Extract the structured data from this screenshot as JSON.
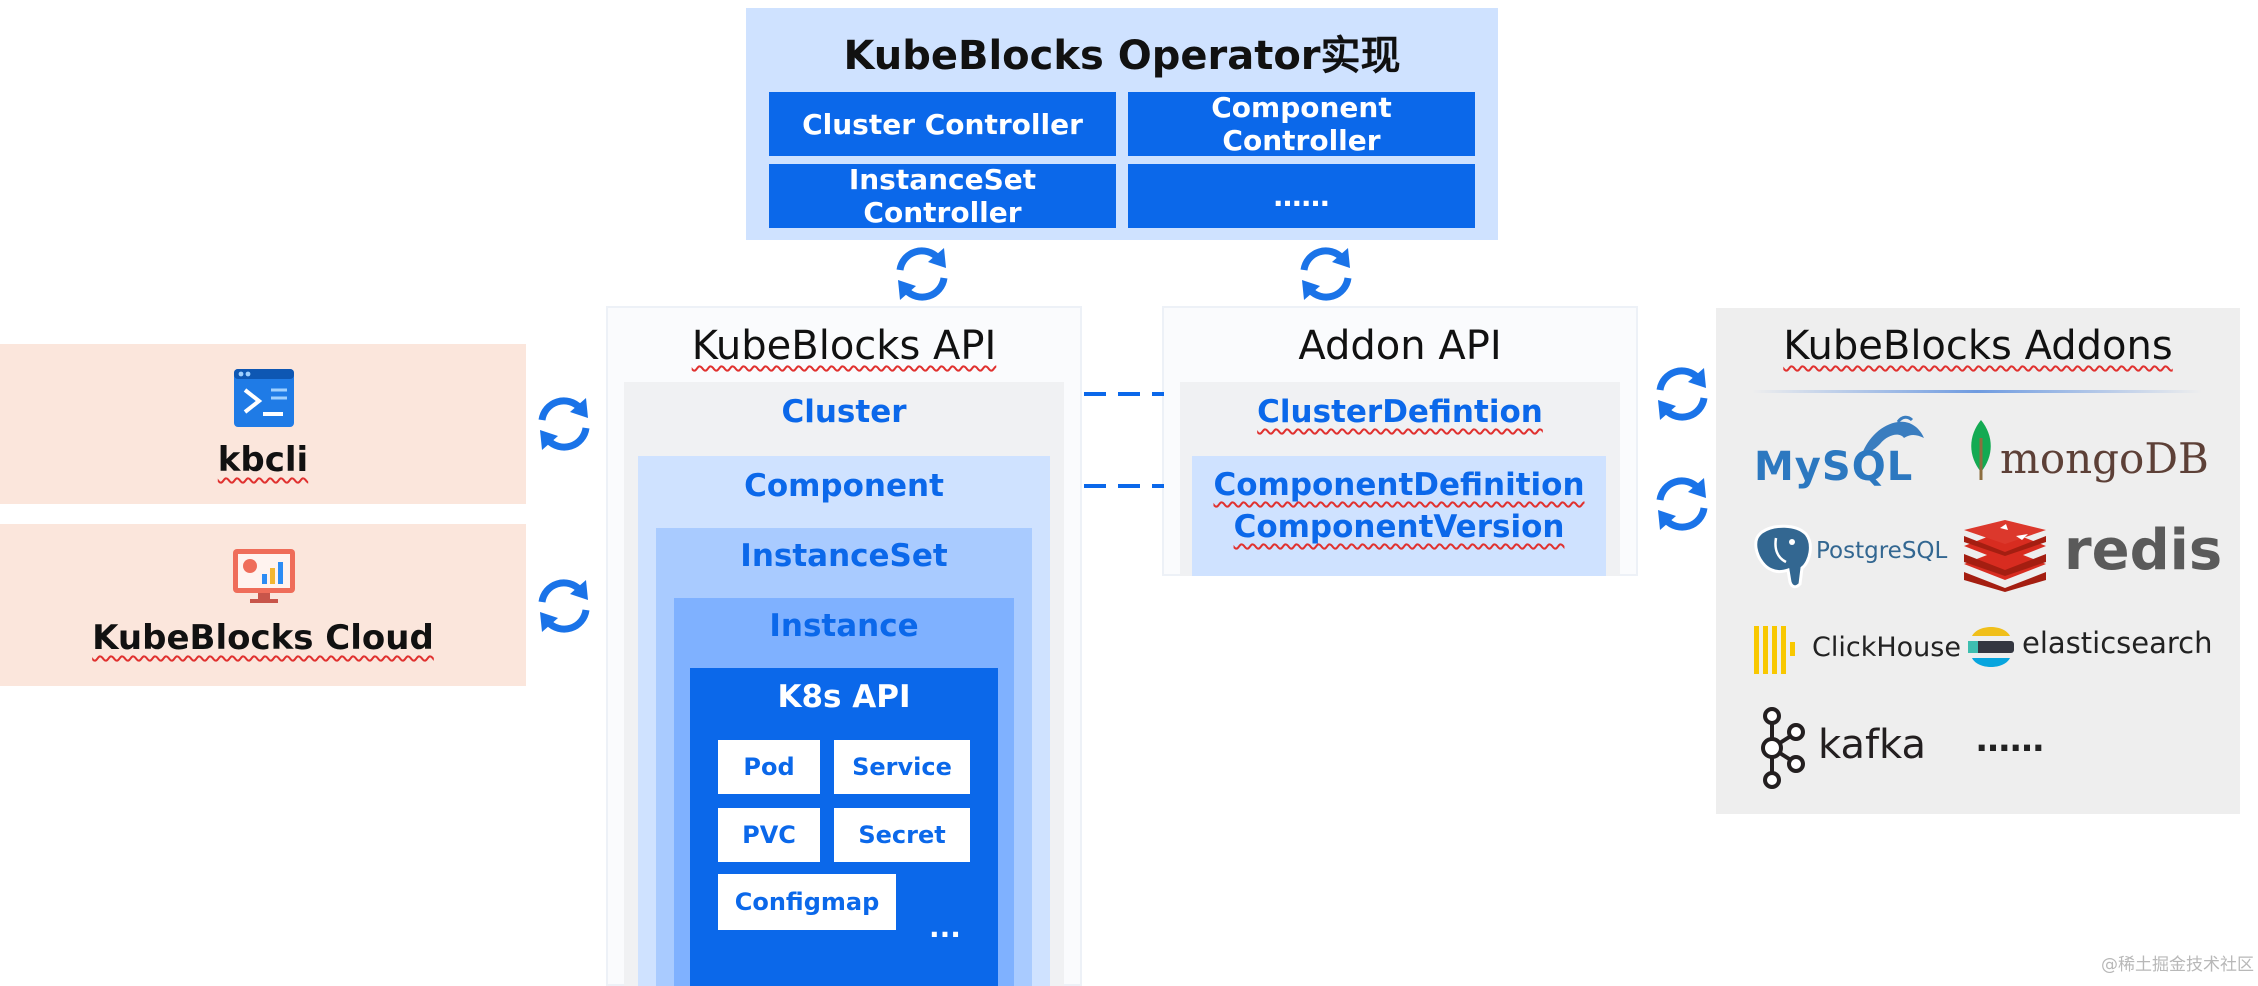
{
  "operator": {
    "title": "KubeBlocks Operator实现",
    "controllers": [
      "Cluster Controller",
      "Component Controller",
      "InstanceSet Controller",
      "……"
    ]
  },
  "clients": [
    {
      "label": "kbcli",
      "icon": "terminal-window-icon"
    },
    {
      "label": "KubeBlocks Cloud",
      "icon": "dashboard-monitor-icon"
    }
  ],
  "kb_api": {
    "title": "KubeBlocks API",
    "layers": [
      "Cluster",
      "Component",
      "InstanceSet",
      "Instance"
    ],
    "k8s": {
      "title": "K8s API",
      "resources": [
        "Pod",
        "Service",
        "PVC",
        "Secret",
        "Configmap"
      ],
      "more": "..."
    }
  },
  "addon_api": {
    "title": "Addon API",
    "cluster_definition": "ClusterDefintion",
    "component_definition": "ComponentDefinition",
    "component_version": "ComponentVersion"
  },
  "addons": {
    "title": "KubeBlocks Addons",
    "logos": [
      {
        "name": "MySQL",
        "icon": "dolphin-icon"
      },
      {
        "name": "mongoDB",
        "icon": "leaf-icon"
      },
      {
        "name": "PostgreSQL",
        "icon": "elephant-icon"
      },
      {
        "name": "redis",
        "icon": "stacked-cubes-icon"
      },
      {
        "name": "ClickHouse",
        "icon": "vertical-bars-icon"
      },
      {
        "name": "elasticsearch",
        "icon": "elastic-icon"
      },
      {
        "name": "kafka",
        "icon": "kafka-nodes-icon"
      }
    ],
    "more": "……"
  },
  "watermark": "@稀土掘金技术社区",
  "colors": {
    "primary_blue": "#0b68ea",
    "operator_bg": "#cfe2ff",
    "layer_1": "#cfe2ff",
    "layer_2": "#a9cbff",
    "layer_3": "#7fb1ff",
    "client_bg": "#fbe6dc",
    "addons_bg": "#eeeeee"
  }
}
